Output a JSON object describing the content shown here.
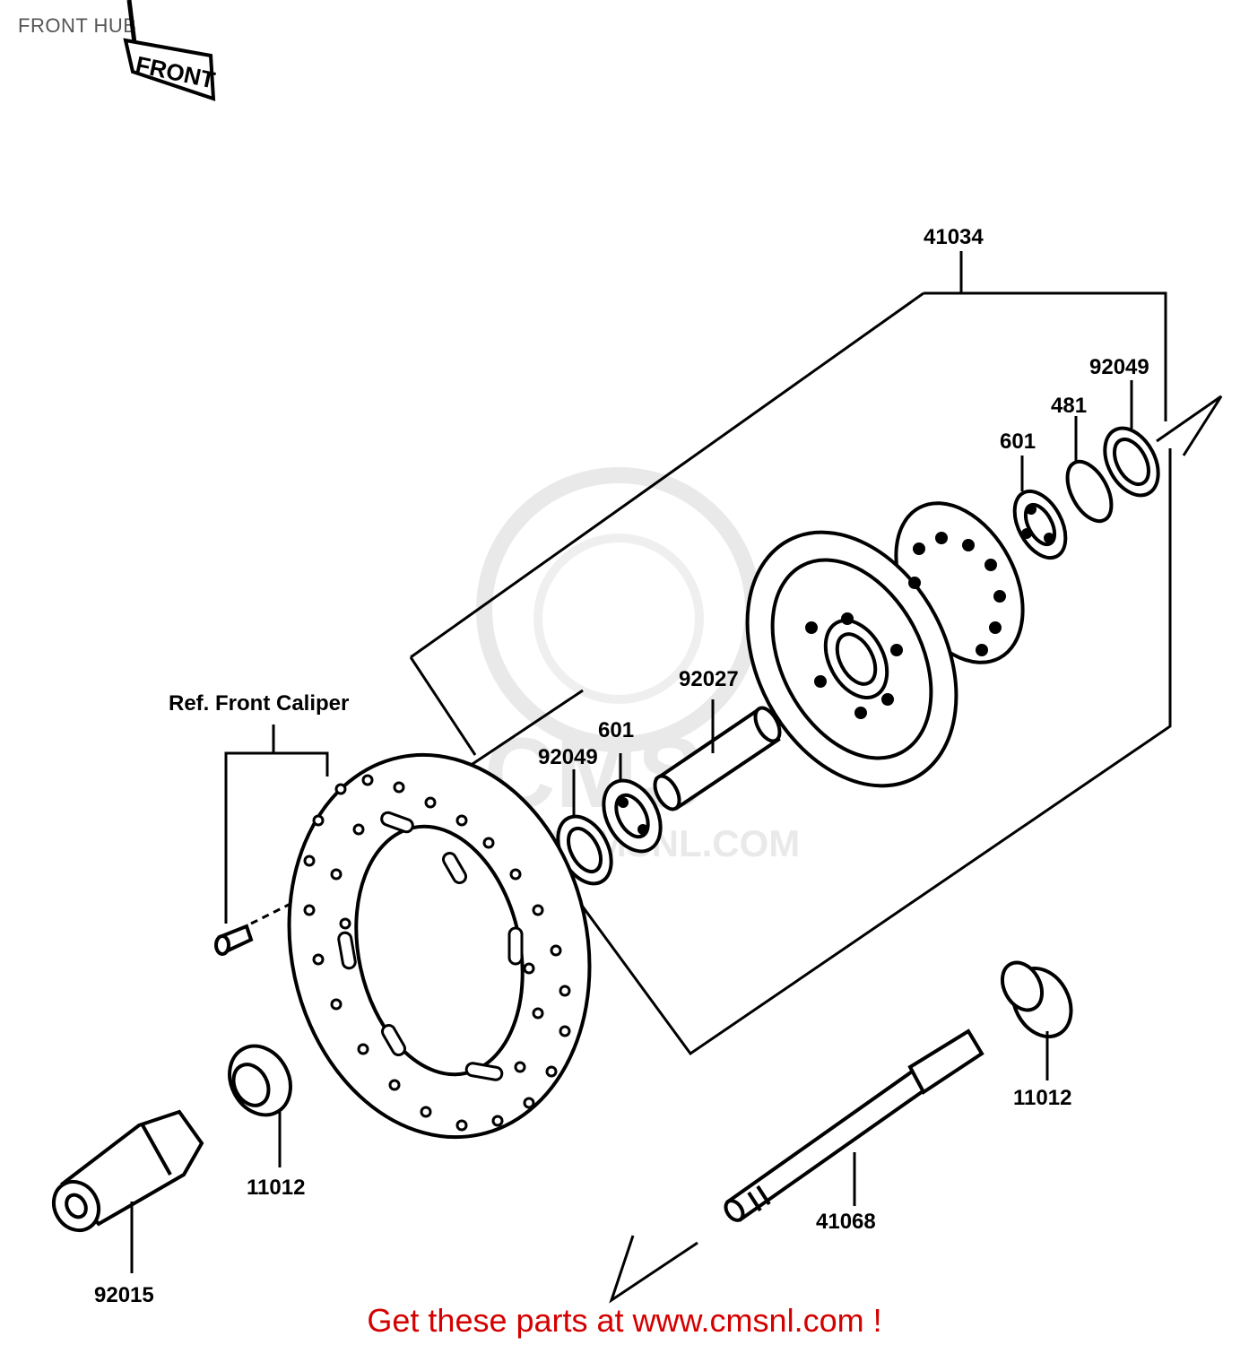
{
  "header": {
    "title": "FRONT HUB"
  },
  "front_tag": {
    "text": "FRONT"
  },
  "caliper_ref": {
    "text": "Ref. Front Caliper"
  },
  "watermark": {
    "logo_text": "CMS",
    "site_text": "WWW.CMSNL.COM"
  },
  "parts": {
    "hub_assembly": "41034",
    "seal_right": "92049",
    "circlip": "481",
    "bearing_right": "601",
    "spacer": "92027",
    "bearing_left": "601",
    "seal_left": "92049",
    "collar_right": "11012",
    "collar_left": "11012",
    "axle": "41068",
    "axle_nut": "92015"
  },
  "footer": {
    "link_text": "Get these parts at www.cmsnl.com !"
  },
  "colors": {
    "line": "#000000",
    "footer_text": "#d40000",
    "title_text": "#555555",
    "watermark": "#e9e9e9"
  }
}
